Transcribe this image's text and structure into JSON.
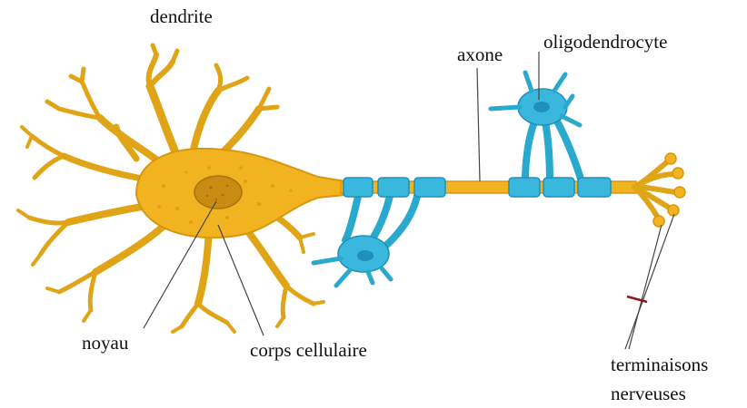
{
  "labels": {
    "dendrite": "dendrite",
    "axone": "axone",
    "oligodendrocyte": "oligodendrocyte",
    "noyau": "noyau",
    "corps_cellulaire": "corps cellulaire",
    "terminaisons_line1": "terminaisons",
    "terminaisons_line2": "nerveuses"
  },
  "colors": {
    "neuron": "#f2b321",
    "neuron_dark": "#d9960f",
    "myelin": "#3ab7dc",
    "myelin_dark": "#1f90b8",
    "nucleus": "#c98c12",
    "leader_line": "#444444",
    "terminal_mark": "#8a1a1a"
  }
}
